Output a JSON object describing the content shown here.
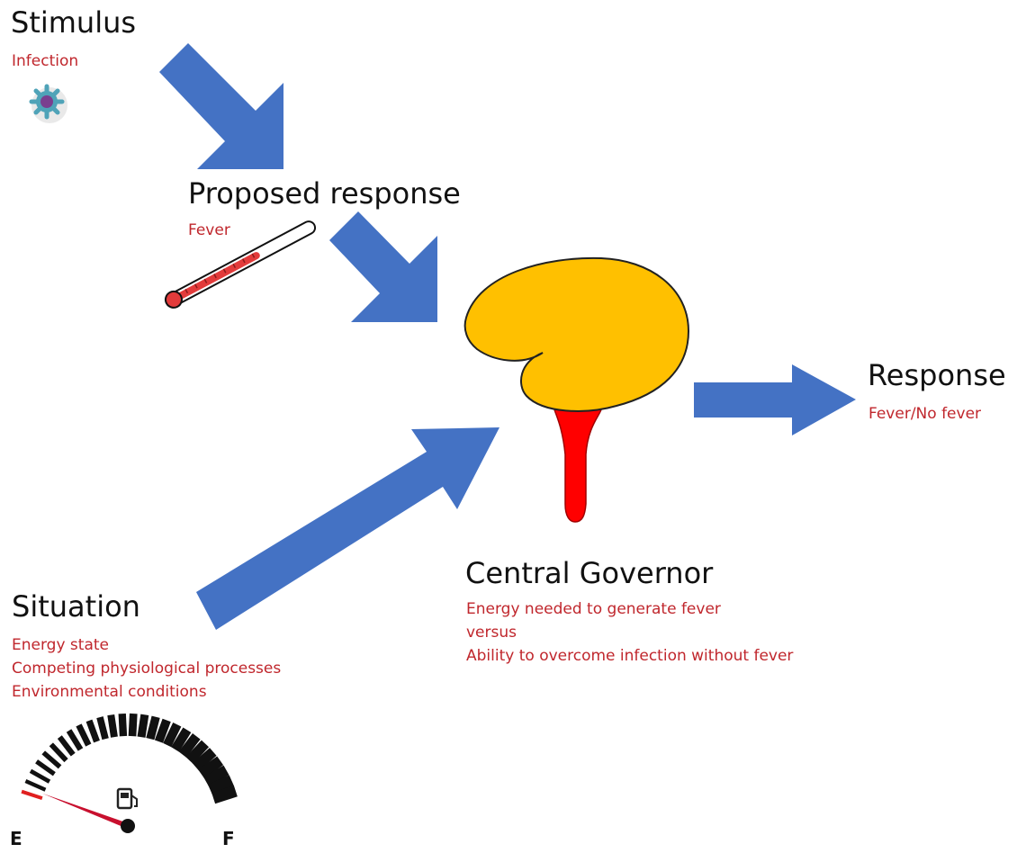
{
  "stimulus": {
    "title": "Stimulus",
    "detail": "Infection",
    "icon": "virus-icon"
  },
  "proposed": {
    "title": "Proposed response",
    "detail": "Fever",
    "icon": "thermometer-icon"
  },
  "governor": {
    "title": "Central Governor",
    "lines": [
      "Energy needed to generate fever",
      "versus",
      "Ability to overcome infection without fever"
    ],
    "icon": "brain-icon"
  },
  "response": {
    "title": "Response",
    "detail": "Fever/No fever"
  },
  "situation": {
    "title": "Situation",
    "lines": [
      "Energy state",
      "Competing physiological processes",
      "Environmental conditions"
    ],
    "icon": "fuel-gauge-icon"
  },
  "gauge": {
    "empty_label": "E",
    "full_label": "F",
    "level": 0.02
  },
  "colors": {
    "arrow": "#4472c4",
    "label_red": "#c0272d",
    "brain": "#ffc000",
    "stem": "#ff0000"
  }
}
